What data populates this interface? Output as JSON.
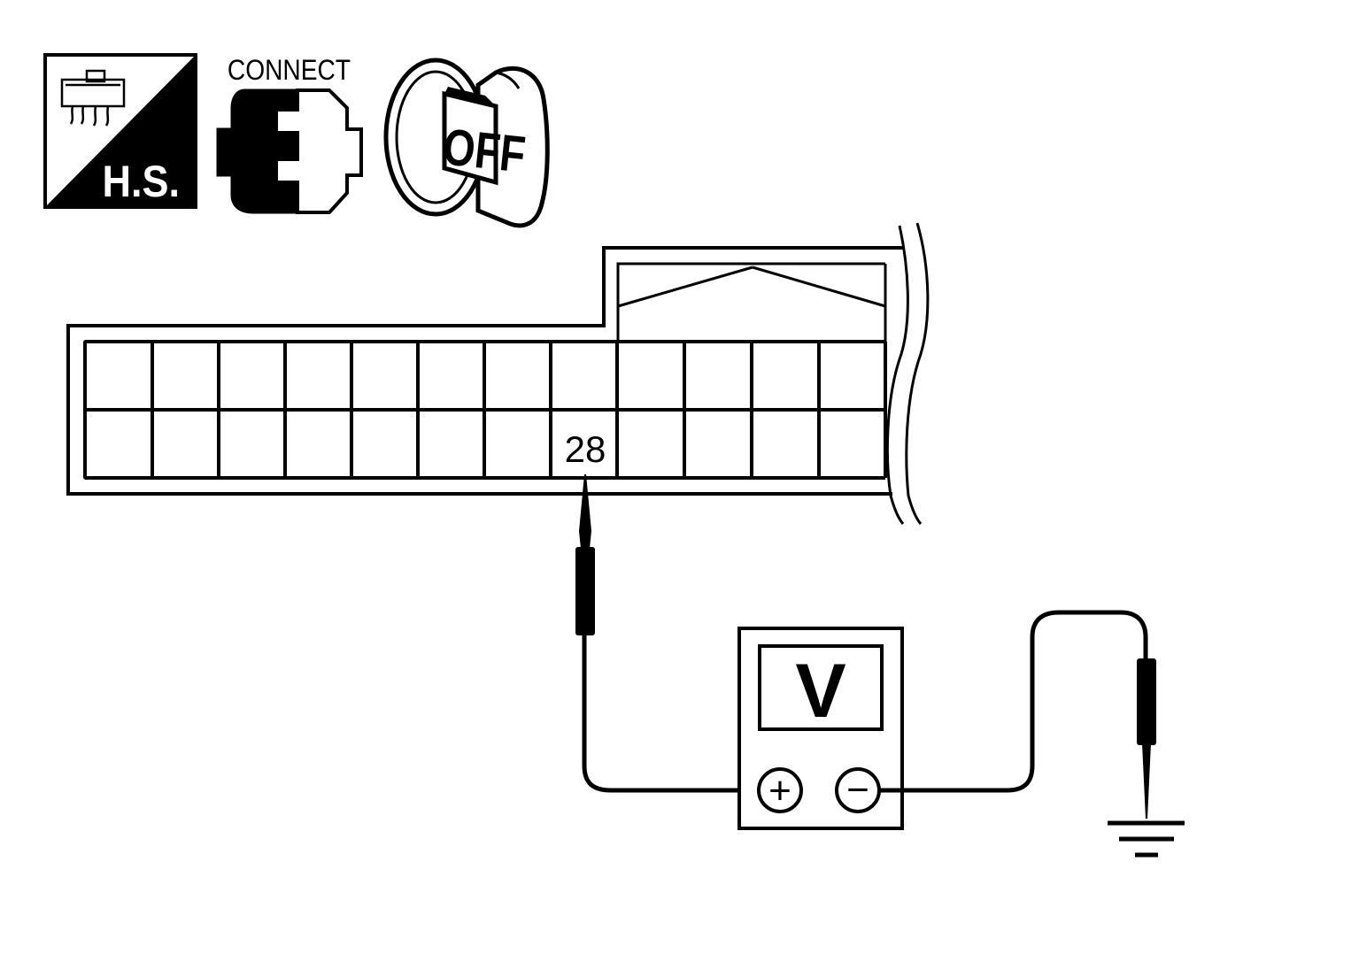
{
  "icons": {
    "harness_side": {
      "label": "H.S.",
      "icon": "harness-side-icon"
    },
    "connect": {
      "label": "CONNECT",
      "icon": "connector-icon"
    },
    "ignition": {
      "label": "OFF",
      "icon": "ignition-key-icon"
    }
  },
  "connector": {
    "pin_label": "28",
    "rows": 2,
    "columns": 12
  },
  "meter": {
    "display": "V",
    "positive_symbol": "+",
    "negative_symbol": "−"
  },
  "colors": {
    "line": "#000000",
    "background": "#ffffff"
  }
}
